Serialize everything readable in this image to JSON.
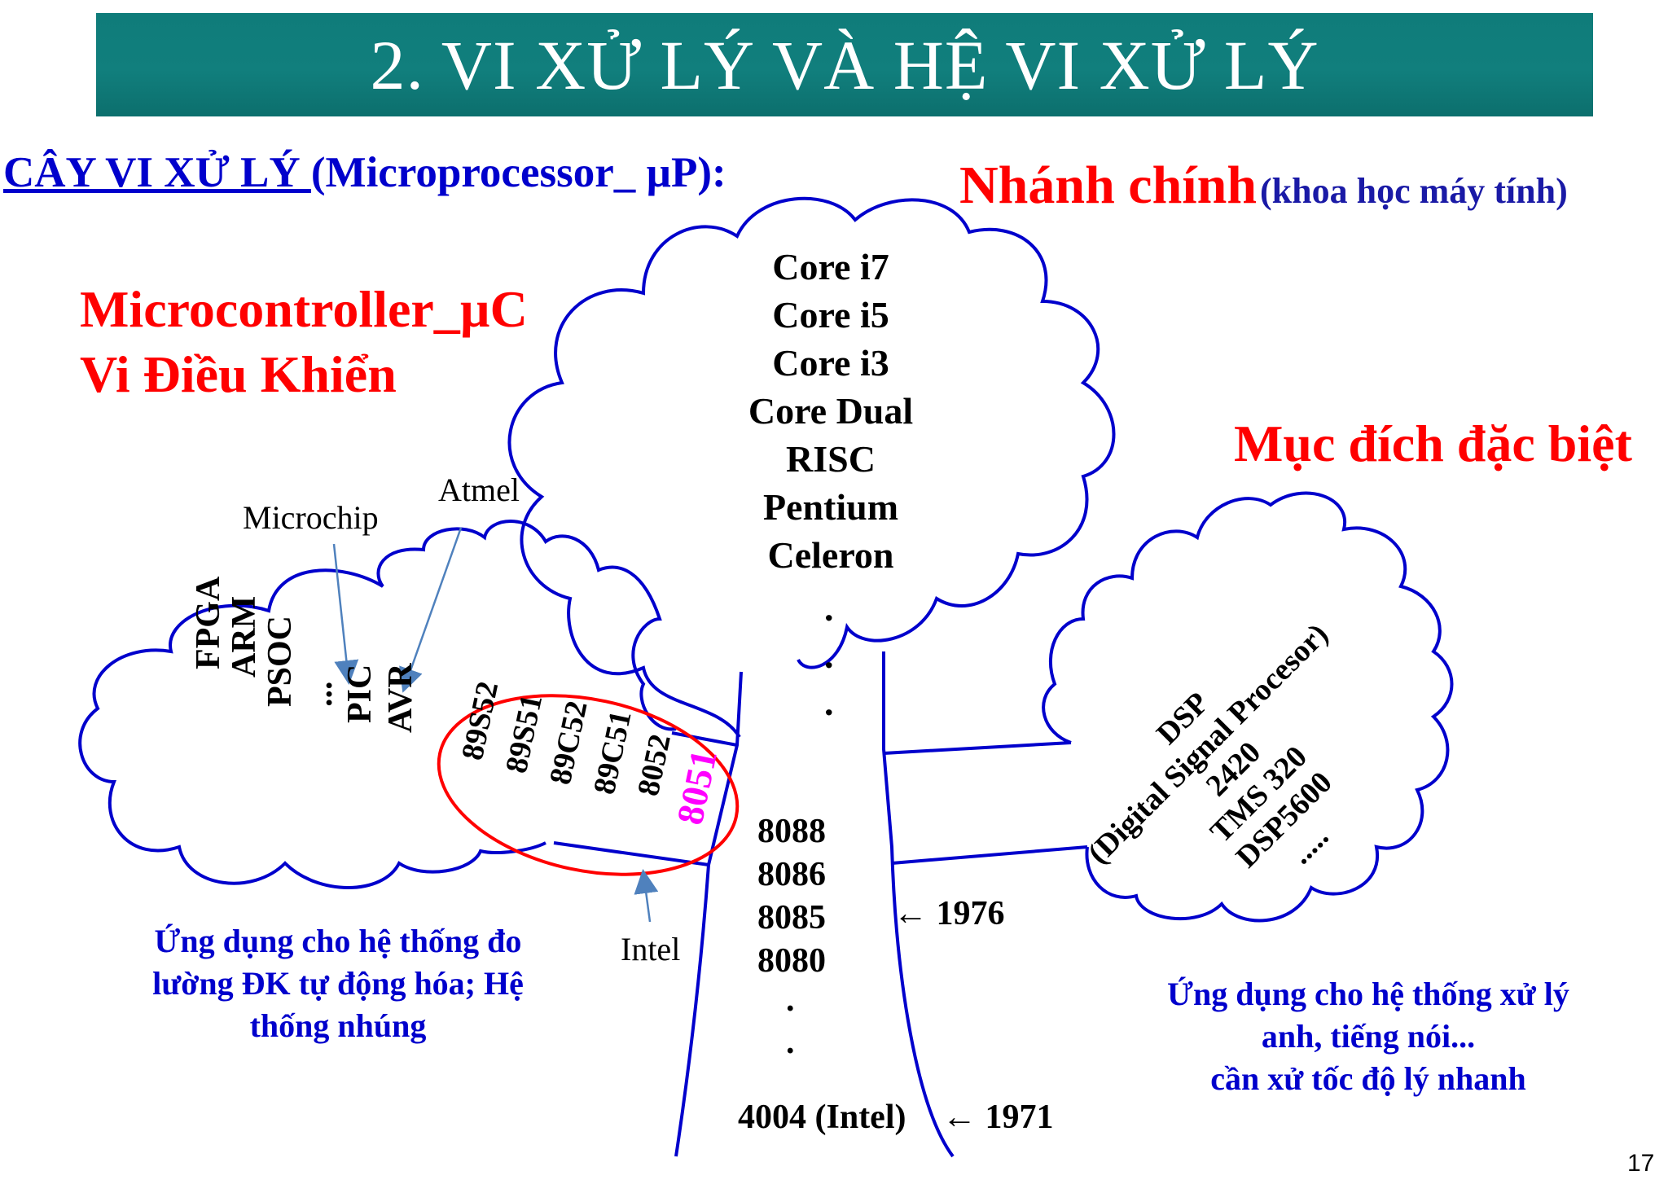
{
  "title": "2. VI XỬ LÝ VÀ HỆ VI XỬ LÝ",
  "header_left": {
    "underlined": "CÂY VI XỬ LÝ ",
    "rest": "(Microprocessor_ µP):"
  },
  "main_branch": {
    "label": "Nhánh chính",
    "sub": "(khoa học máy tính)"
  },
  "microcontroller": {
    "line1": "Microcontroller_µC",
    "line2": "Vi Điều Khiển"
  },
  "special": {
    "label": "Mục đích đặc biệt"
  },
  "cpu_list": [
    "Core i7",
    "Core i5",
    "Core i3",
    "Core Dual",
    "RISC",
    "Pentium",
    "Celeron"
  ],
  "trunk_list": [
    "8088",
    "8086",
    "8085",
    "8080"
  ],
  "trunk_bottom": "4004 (Intel)",
  "dots": ".",
  "year_1976": "← 1976",
  "year_1971": "← 1971",
  "labels": {
    "microchip": "Microchip",
    "atmel": "Atmel",
    "intel": "Intel"
  },
  "left_cloud_items": [
    "FPGA",
    "ARM",
    "PSOC",
    "...",
    "PIC",
    "AVR"
  ],
  "family_8051": [
    "89S52",
    "89S51",
    "89C52",
    "89C51",
    "8052",
    "8051"
  ],
  "dsp_items": [
    "DSP",
    "(Digital Signal Procesor)",
    "2420",
    "TMS 320",
    "DSP5600",
    "....."
  ],
  "left_app": [
    "Ứng dụng cho hệ thống đo",
    "lường ĐK tự động hóa; Hệ",
    "thống nhúng"
  ],
  "right_app": [
    "Ứng dụng cho hệ thống xử lý",
    "anh, tiếng nói...",
    "cần xử tốc độ lý nhanh"
  ],
  "page_number": "17",
  "colors": {
    "title_bg": "#117f7d",
    "cloud": "#0000cc",
    "highlight_8051": "#ff00ff",
    "ellipse": "#ff0000",
    "arrow": "#4f81bd"
  }
}
